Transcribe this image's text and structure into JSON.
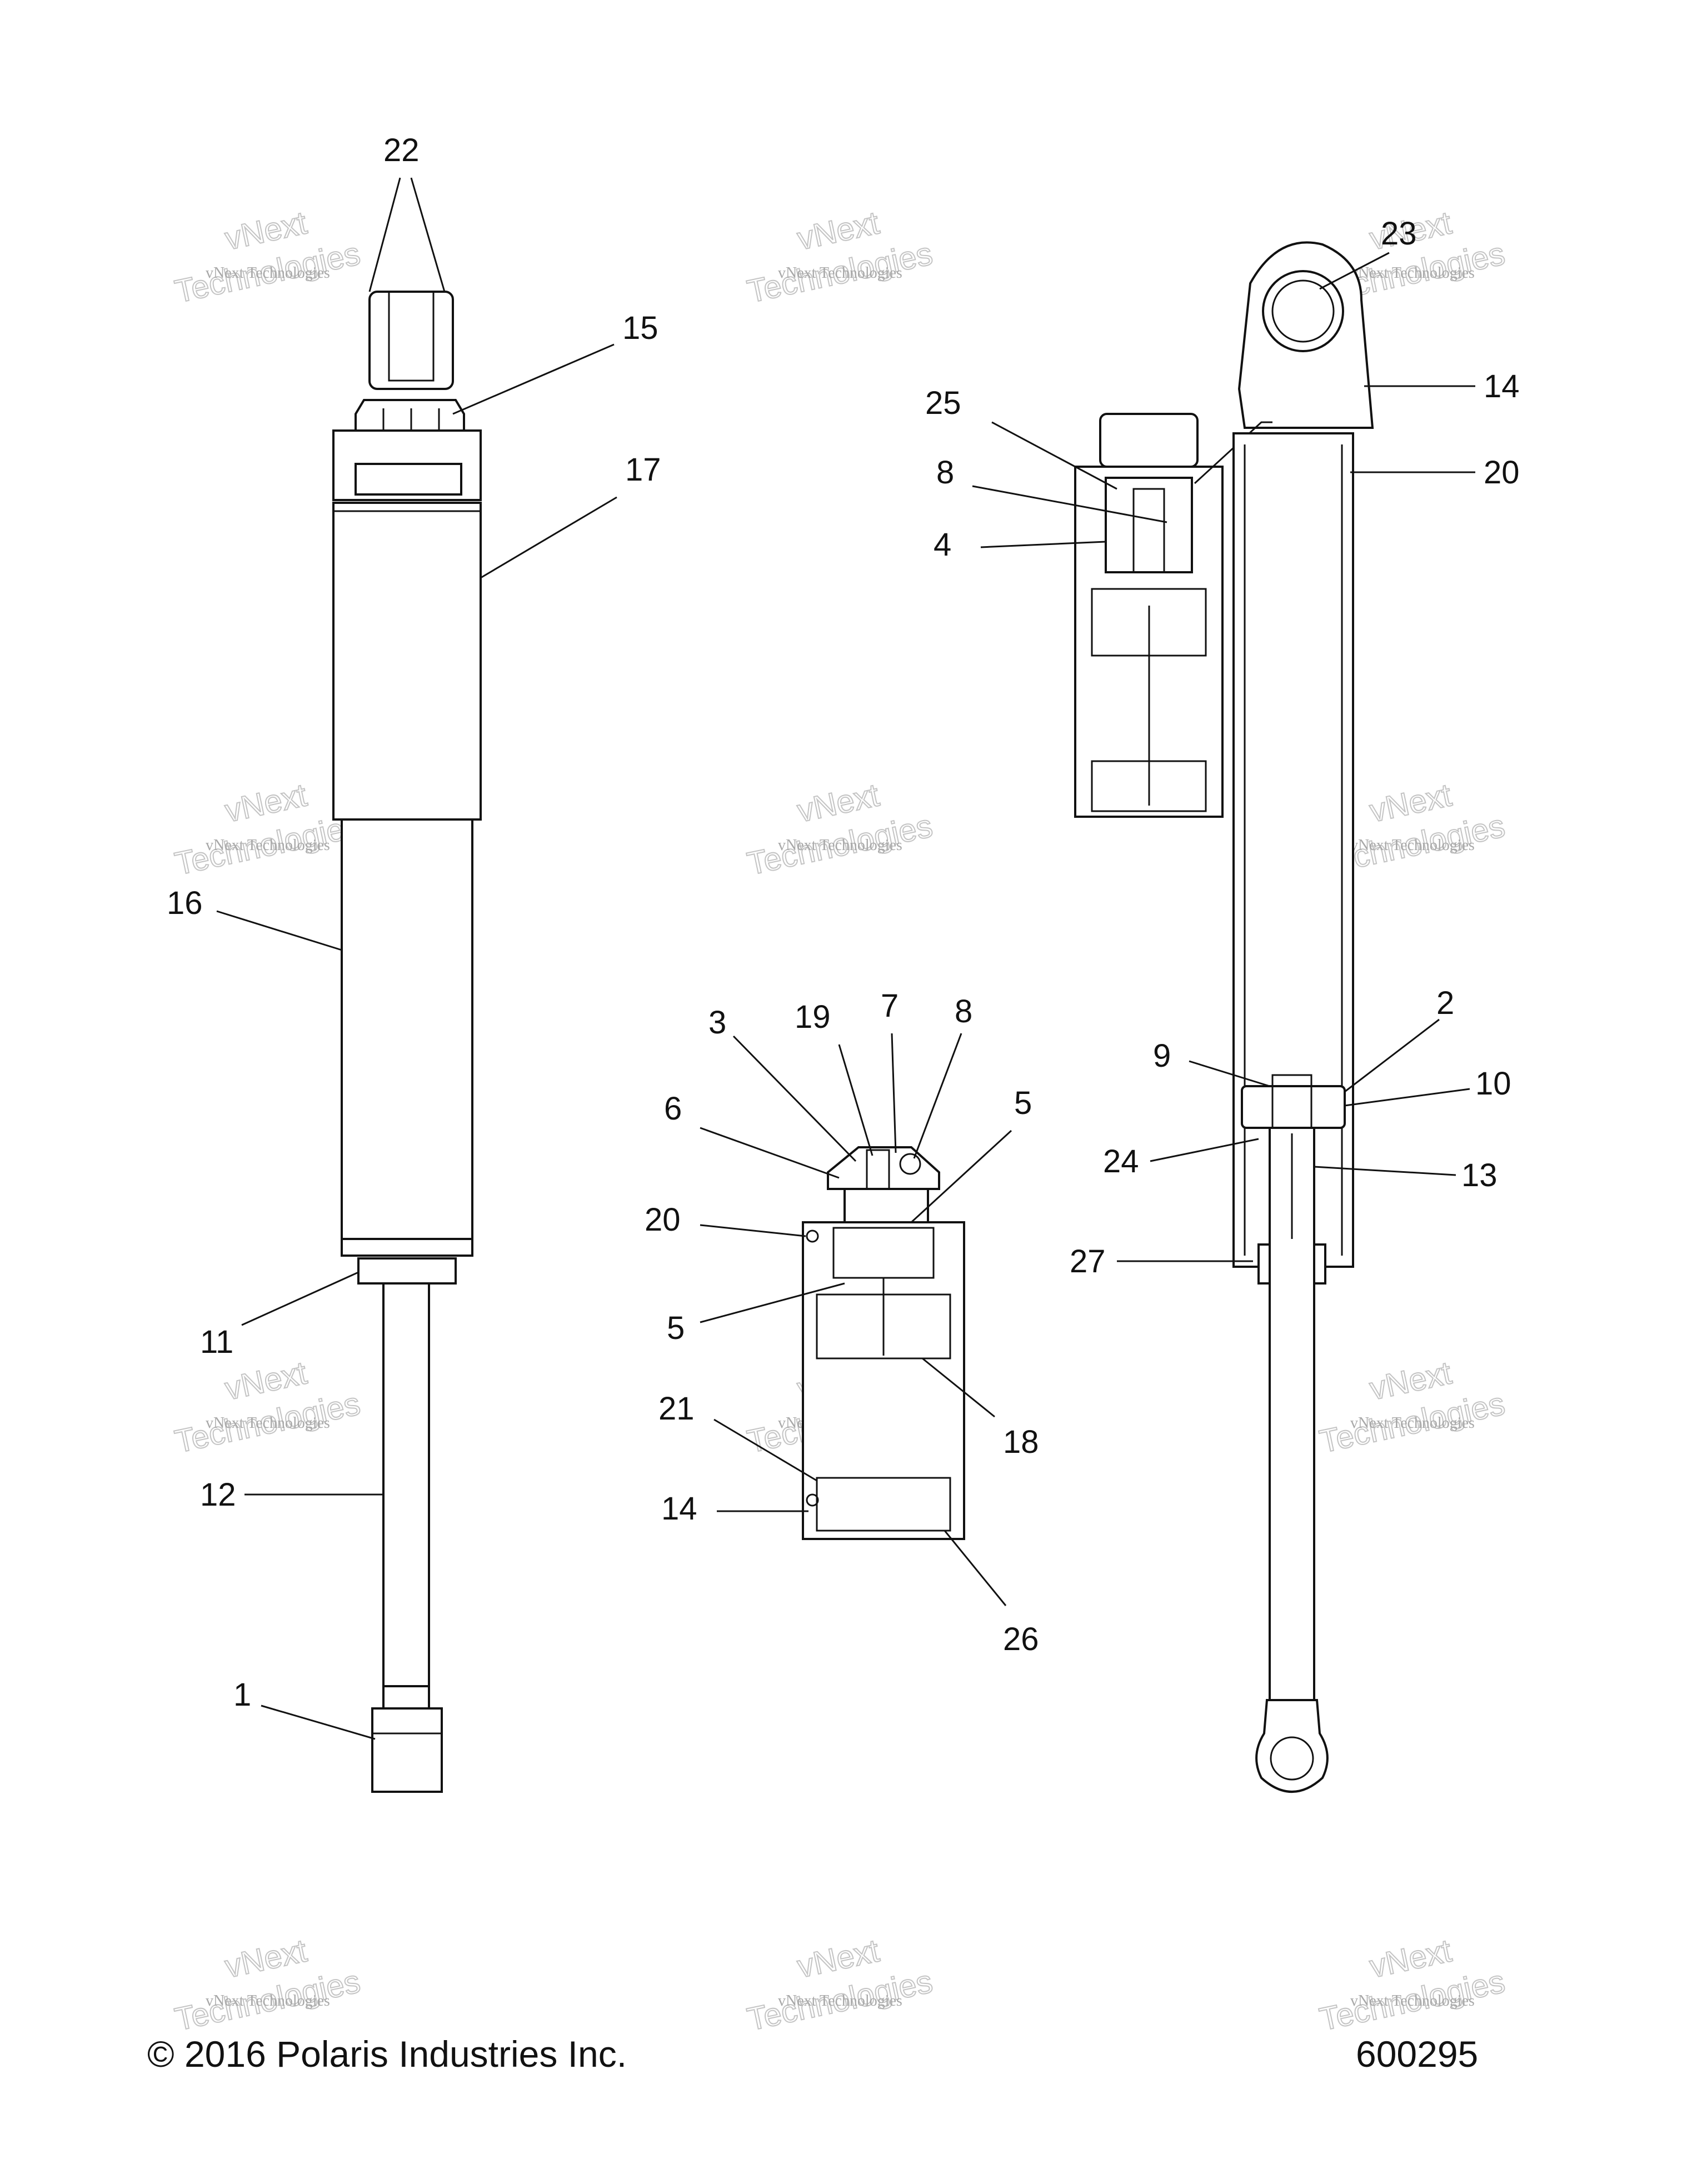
{
  "diagram": {
    "callouts": [
      {
        "id": "c22",
        "text": "22"
      },
      {
        "id": "c15",
        "text": "15"
      },
      {
        "id": "c17",
        "text": "17"
      },
      {
        "id": "c16",
        "text": "16"
      },
      {
        "id": "c11",
        "text": "11"
      },
      {
        "id": "c12",
        "text": "12"
      },
      {
        "id": "c1",
        "text": "1"
      },
      {
        "id": "c23",
        "text": "23"
      },
      {
        "id": "c14a",
        "text": "14"
      },
      {
        "id": "c20a",
        "text": "20"
      },
      {
        "id": "c25",
        "text": "25"
      },
      {
        "id": "c8a",
        "text": "8"
      },
      {
        "id": "c4",
        "text": "4"
      },
      {
        "id": "c9",
        "text": "9"
      },
      {
        "id": "c2",
        "text": "2"
      },
      {
        "id": "c10",
        "text": "10"
      },
      {
        "id": "c24",
        "text": "24"
      },
      {
        "id": "c13",
        "text": "13"
      },
      {
        "id": "c27",
        "text": "27"
      },
      {
        "id": "c3",
        "text": "3"
      },
      {
        "id": "c19",
        "text": "19"
      },
      {
        "id": "c7",
        "text": "7"
      },
      {
        "id": "c8b",
        "text": "8"
      },
      {
        "id": "c6",
        "text": "6"
      },
      {
        "id": "c5a",
        "text": "5"
      },
      {
        "id": "c20b",
        "text": "20"
      },
      {
        "id": "c5b",
        "text": "5"
      },
      {
        "id": "c18",
        "text": "18"
      },
      {
        "id": "c21",
        "text": "21"
      },
      {
        "id": "c14b",
        "text": "14"
      },
      {
        "id": "c26",
        "text": "26"
      }
    ],
    "watermark": {
      "line1": "vNext Technologies",
      "line2": "vNext",
      "line3": "Technologies"
    }
  },
  "footer": {
    "copyright": "© 2016 Polaris Industries Inc.",
    "figure_number": "600295"
  }
}
